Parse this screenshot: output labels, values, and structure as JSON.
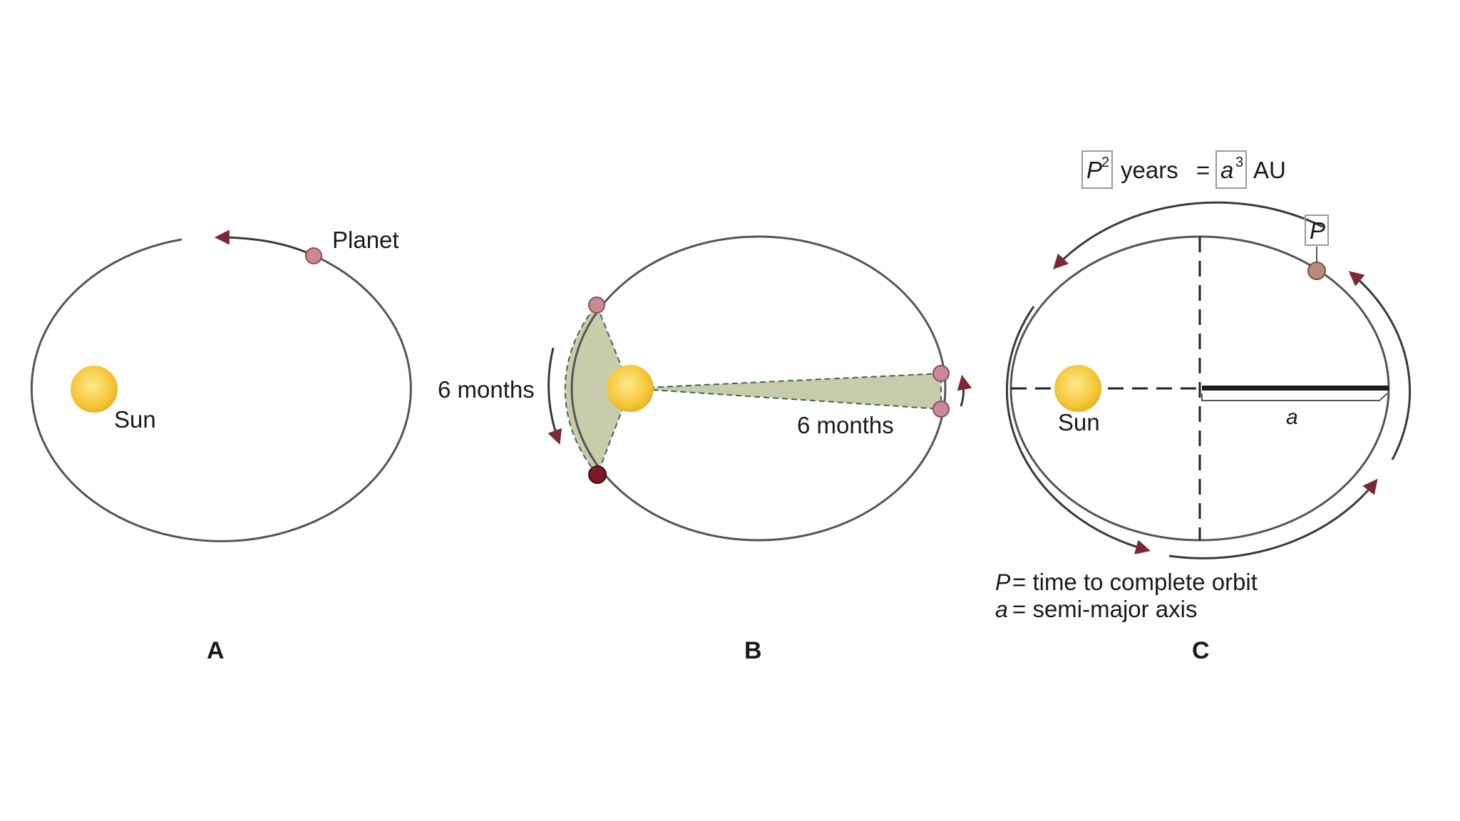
{
  "panel_a": {
    "letter": "A",
    "planet_label": "Planet",
    "sun_label": "Sun"
  },
  "panel_b": {
    "letter": "B",
    "left_label": "6 months",
    "right_label": "6 months"
  },
  "panel_c": {
    "letter": "C",
    "sun_label": "Sun",
    "period_mark": "P",
    "axis_mark": "a",
    "formula": {
      "p_term": "P",
      "p_exp": "2",
      "years": "years",
      "equals": "=",
      "a_term": "a",
      "a_exp": "3",
      "unit": "AU"
    },
    "legend": [
      {
        "symbol": "P",
        "text": "= time to complete orbit"
      },
      {
        "symbol": "a",
        "text": "= semi-major axis"
      }
    ]
  },
  "colors": {
    "sun": "#f6c83b",
    "sun_glow": "#fde98a",
    "planet": "#c98a98",
    "planet_dark": "#7a1a24",
    "sector_fill": "#c9ccaa",
    "orbit_line": "#555555",
    "arrow_head": "#7a2a35"
  },
  "icons": [
    "sun-icon",
    "planet-icon",
    "arrow-head-icon"
  ]
}
